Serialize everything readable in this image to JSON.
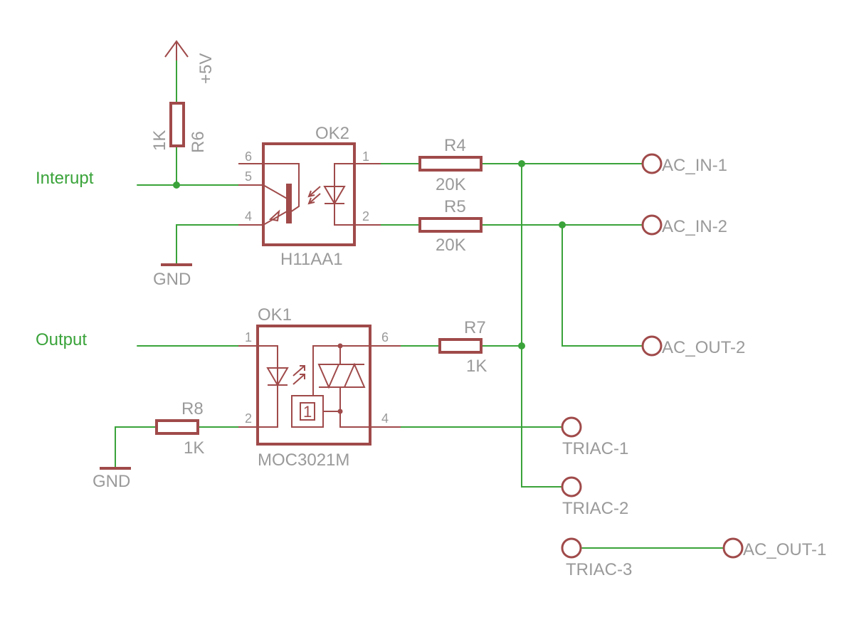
{
  "power": {
    "vcc_label": "+5V",
    "gnd_top": "GND",
    "gnd_bottom": "GND"
  },
  "nets": {
    "interrupt": "Interupt",
    "output": "Output"
  },
  "resistors": {
    "r6": {
      "name": "R6",
      "value": "1K"
    },
    "r4": {
      "name": "R4",
      "value": "20K"
    },
    "r5": {
      "name": "R5",
      "value": "20K"
    },
    "r7": {
      "name": "R7",
      "value": "1K"
    },
    "r8": {
      "name": "R8",
      "value": "1K"
    }
  },
  "ok2": {
    "name": "OK2",
    "part": "H11AA1",
    "pins": {
      "p1": "1",
      "p2": "2",
      "p4": "4",
      "p5": "5",
      "p6": "6"
    }
  },
  "ok1": {
    "name": "OK1",
    "part": "MOC3021M",
    "zc_glyph": "1",
    "pins": {
      "p1": "1",
      "p2": "2",
      "p4": "4",
      "p6": "6"
    }
  },
  "connectors": {
    "ac_in_1": "AC_IN-1",
    "ac_in_2": "AC_IN-2",
    "ac_out_2": "AC_OUT-2",
    "triac_1": "TRIAC-1",
    "triac_2": "TRIAC-2",
    "triac_3": "TRIAC-3",
    "ac_out_1": "AC_OUT-1"
  },
  "colors": {
    "wire": "#3aa33a",
    "part": "#a04a4a",
    "label": "#9a9a9a",
    "net": "#3aa33a"
  }
}
